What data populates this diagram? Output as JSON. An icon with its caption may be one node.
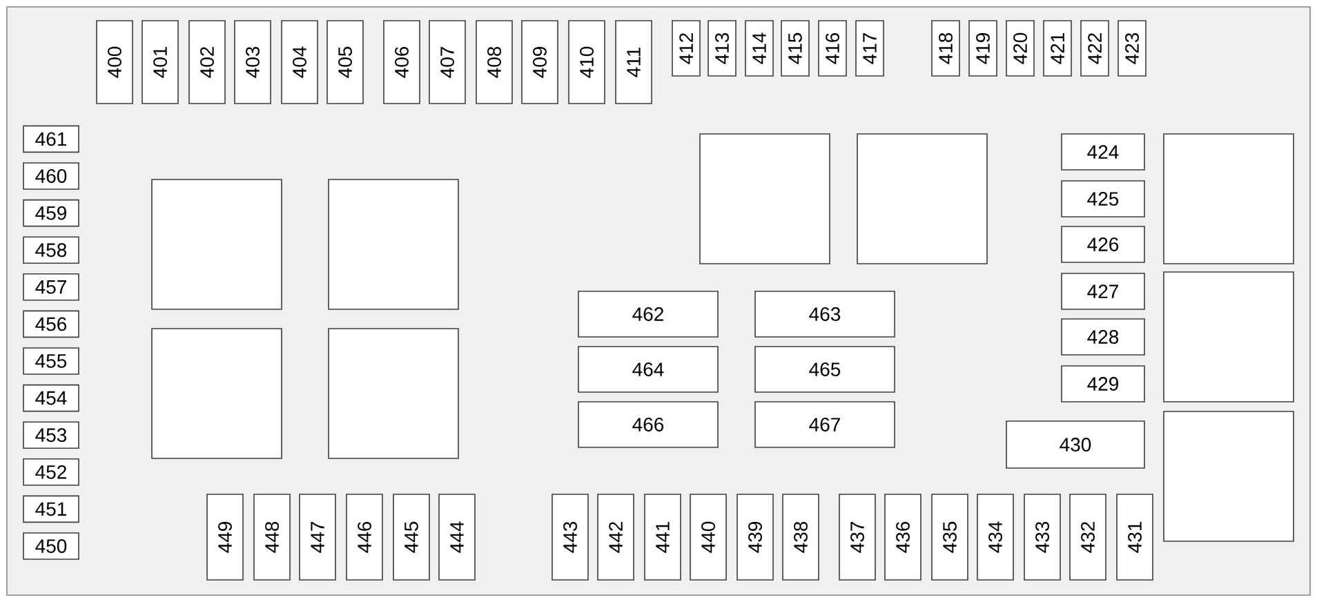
{
  "diagram": {
    "nodes": [
      {
        "text": [
          "400"
        ]
      },
      {
        "text": [
          "401"
        ]
      },
      {
        "text": [
          "402"
        ]
      },
      {
        "text": [
          "403"
        ]
      },
      {
        "text": [
          "404"
        ]
      },
      {
        "text": [
          "405"
        ]
      },
      {
        "text": [
          "406"
        ]
      },
      {
        "text": [
          "407"
        ]
      },
      {
        "text": [
          "408"
        ]
      },
      {
        "text": [
          "409"
        ]
      },
      {
        "text": [
          "410"
        ]
      },
      {
        "text": [
          "411"
        ]
      },
      {
        "text": [
          "412"
        ]
      },
      {
        "text": [
          "413"
        ]
      },
      {
        "text": [
          "414"
        ]
      },
      {
        "text": [
          "415"
        ]
      },
      {
        "text": [
          "416"
        ]
      },
      {
        "text": [
          "417"
        ]
      },
      {
        "text": [
          "418"
        ]
      },
      {
        "text": [
          "419"
        ]
      },
      {
        "text": [
          "420"
        ]
      },
      {
        "text": [
          "421"
        ]
      },
      {
        "text": [
          "422"
        ]
      },
      {
        "text": [
          "423"
        ]
      },
      {
        "text": [
          "424"
        ]
      },
      {
        "text": [
          "425"
        ]
      },
      {
        "text": [
          "426"
        ]
      },
      {
        "text": [
          "427"
        ]
      },
      {
        "text": [
          "428"
        ]
      },
      {
        "text": [
          "429"
        ]
      },
      {
        "text": [
          "430"
        ]
      },
      {
        "text": [
          "431"
        ]
      },
      {
        "text": [
          "432"
        ]
      },
      {
        "text": [
          "433"
        ]
      },
      {
        "text": [
          "434"
        ]
      },
      {
        "text": [
          "435"
        ]
      },
      {
        "text": [
          "436"
        ]
      },
      {
        "text": [
          "437"
        ]
      },
      {
        "text": [
          "438"
        ]
      },
      {
        "text": [
          "439"
        ]
      },
      {
        "text": [
          "440"
        ]
      },
      {
        "text": [
          "441"
        ]
      },
      {
        "text": [
          "442"
        ]
      },
      {
        "text": [
          "443"
        ]
      },
      {
        "text": [
          "444"
        ]
      },
      {
        "text": [
          "445"
        ]
      },
      {
        "text": [
          "446"
        ]
      },
      {
        "text": [
          "447"
        ]
      },
      {
        "text": [
          "448"
        ]
      },
      {
        "text": [
          "449"
        ]
      },
      {
        "text": [
          "450"
        ]
      },
      {
        "text": [
          "451"
        ]
      },
      {
        "text": [
          "452"
        ]
      },
      {
        "text": [
          "453"
        ]
      },
      {
        "text": [
          "454"
        ]
      },
      {
        "text": [
          "455"
        ]
      },
      {
        "text": [
          "456"
        ]
      },
      {
        "text": [
          "457"
        ]
      },
      {
        "text": [
          "458"
        ]
      },
      {
        "text": [
          "459"
        ]
      },
      {
        "text": [
          "460"
        ]
      },
      {
        "text": [
          "461"
        ]
      },
      {
        "text": [
          "462"
        ]
      },
      {
        "text": [
          "463"
        ]
      },
      {
        "text": [
          "464"
        ]
      },
      {
        "text": [
          "465"
        ]
      },
      {
        "text": [
          "466"
        ]
      },
      {
        "text": [
          "467"
        ]
      },
      {
        "text": [],
        "shape": "box"
      },
      {
        "text": [],
        "shape": "box"
      },
      {
        "text": [],
        "shape": "box"
      },
      {
        "text": [],
        "shape": "box"
      },
      {
        "text": [],
        "shape": "box"
      },
      {
        "text": [],
        "shape": "box"
      },
      {
        "text": [],
        "shape": "box"
      },
      {
        "text": [],
        "shape": "box"
      },
      {
        "text": [],
        "shape": "box"
      }
    ]
  }
}
